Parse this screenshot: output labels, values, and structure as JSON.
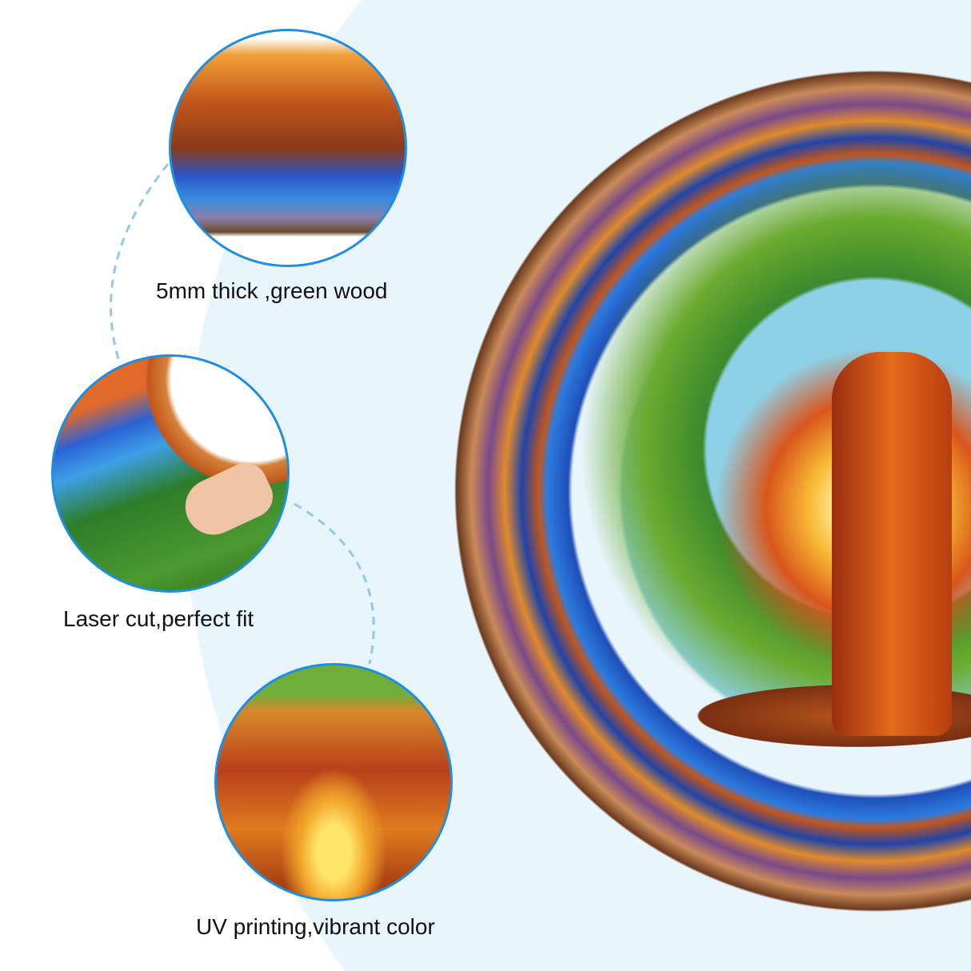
{
  "features": [
    {
      "label": "5mm thick ,green wood",
      "icon": "wood-edge-closeup"
    },
    {
      "label": "Laser cut,perfect fit",
      "icon": "hand-placing-piece-closeup"
    },
    {
      "label": "UV printing,vibrant color",
      "icon": "vibrant-tree-closeup"
    }
  ],
  "product": {
    "icon": "tree-of-life-stained-glass-puzzle"
  },
  "colors": {
    "accent": "#1e8fe0",
    "background_tint": "#e9f5fd",
    "dash": "#8fc9ee"
  }
}
